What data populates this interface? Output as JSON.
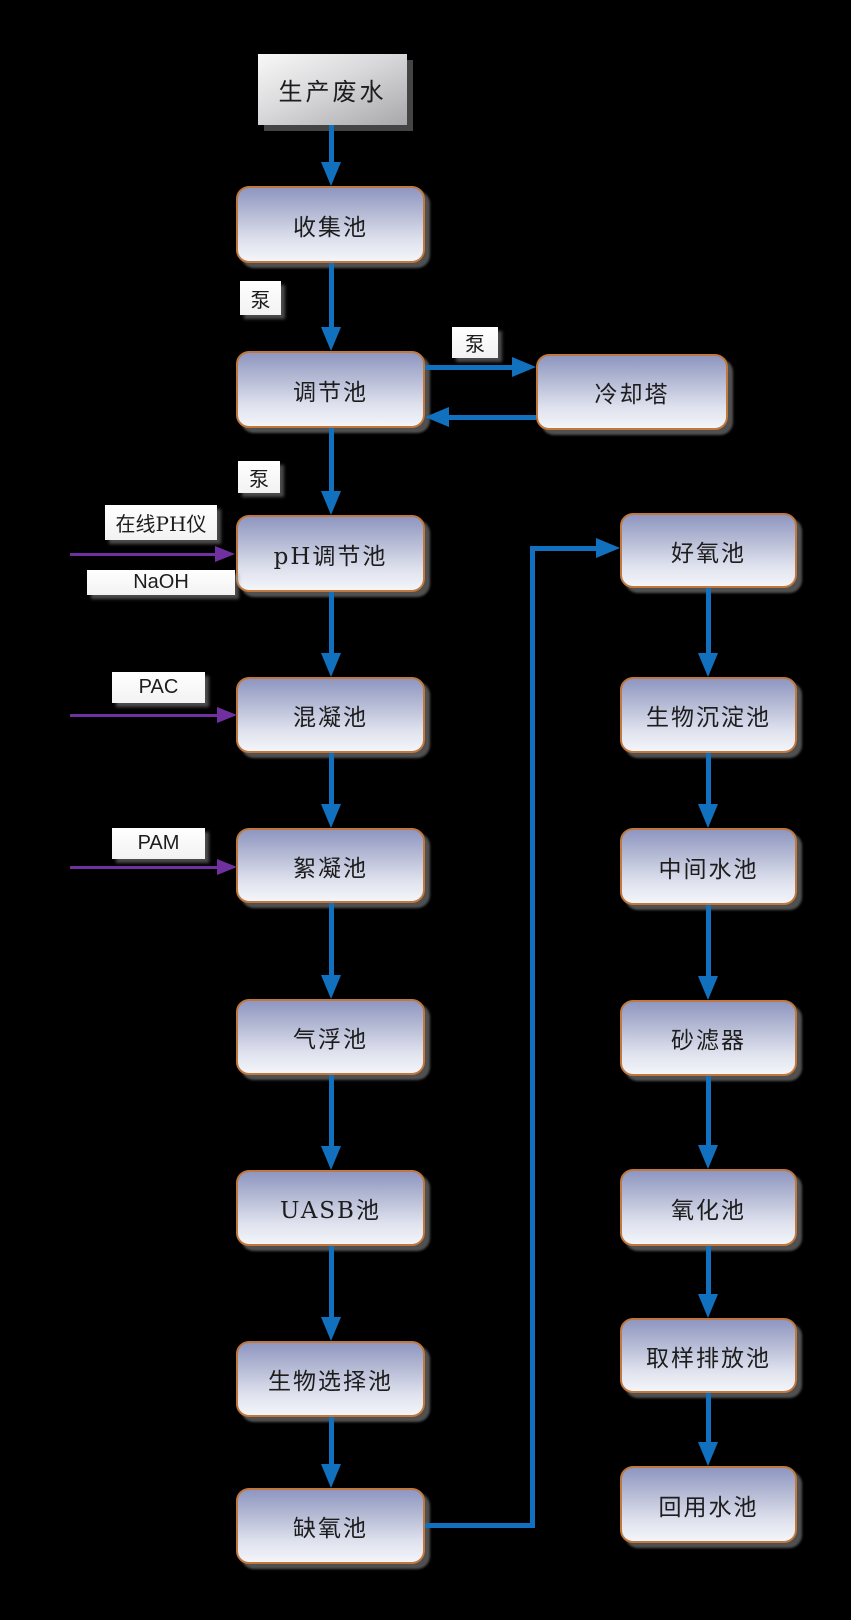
{
  "colors": {
    "background": "#000000",
    "arrow_blue": "#1171be",
    "arrow_purple": "#7030a0",
    "node_border": "#c0783c",
    "node_gradient_top": "#8e96c2",
    "node_gradient_bottom": "#f4f5f9",
    "source_gray_top": "#f8f8f8",
    "source_gray_bottom": "#a8a8ac",
    "tag_background": "#fcfcfc",
    "text": "#1d1d1d"
  },
  "nodes": {
    "source": "生产废水",
    "left": [
      "收集池",
      "调节池",
      "pH调节池",
      "混凝池",
      "絮凝池",
      "气浮池",
      "UASB池",
      "生物选择池",
      "缺氧池"
    ],
    "cooling_tower": "冷却塔",
    "right": [
      "好氧池",
      "生物沉淀池",
      "中间水池",
      "砂滤器",
      "氧化池",
      "取样排放池",
      "回用水池"
    ]
  },
  "tags": {
    "pump1": "泵",
    "pump2": "泵",
    "pump3": "泵",
    "online_ph_meter": "在线PH仪",
    "naoh": "NaOH",
    "pac": "PAC",
    "pam": "PAM"
  }
}
